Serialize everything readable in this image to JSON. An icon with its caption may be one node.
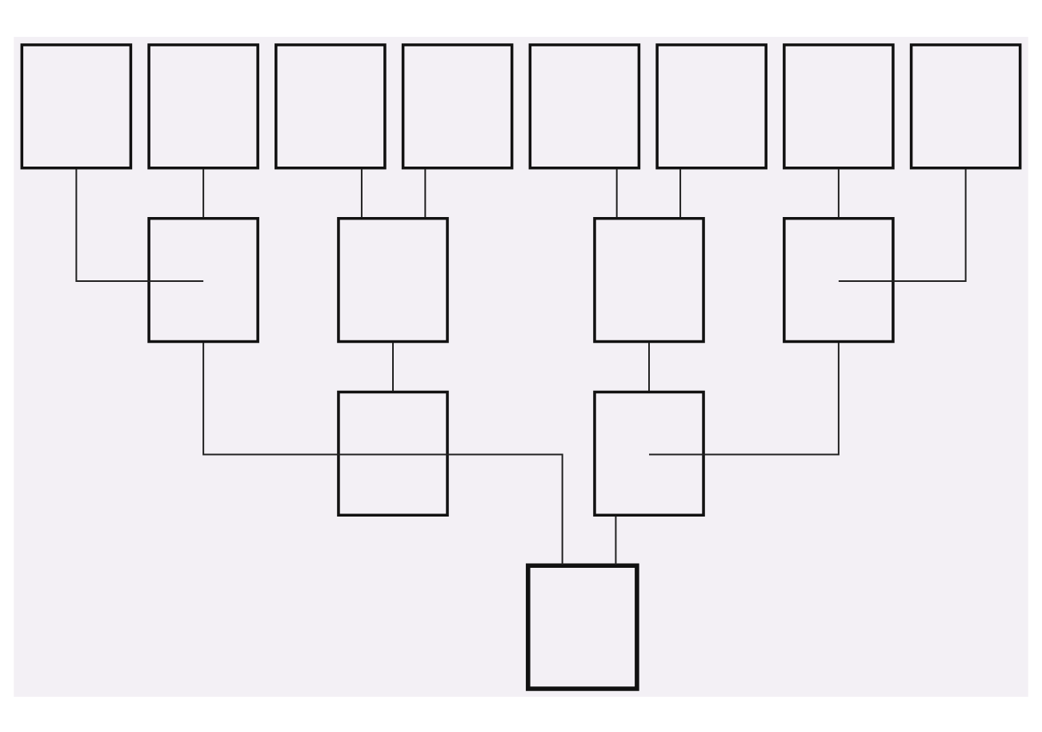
{
  "diagram": {
    "nodes": [
      {
        "text": [],
        "shape": "box"
      },
      {
        "text": [],
        "shape": "box"
      },
      {
        "text": [],
        "shape": "box"
      },
      {
        "text": [],
        "shape": "box"
      },
      {
        "text": [],
        "shape": "box"
      },
      {
        "text": [],
        "shape": "box"
      },
      {
        "text": [],
        "shape": "box"
      },
      {
        "text": [],
        "shape": "box"
      },
      {
        "text": [],
        "shape": "box"
      },
      {
        "text": [],
        "shape": "box"
      },
      {
        "text": [],
        "shape": "box"
      },
      {
        "text": [],
        "shape": "box"
      },
      {
        "text": [],
        "shape": "box"
      },
      {
        "text": [],
        "shape": "box"
      },
      {
        "text": [],
        "shape": "box"
      }
    ],
    "edges": [
      {
        "from": 0,
        "to": 8,
        "arrow": "none"
      },
      {
        "from": 1,
        "to": 8,
        "arrow": "none"
      },
      {
        "from": 2,
        "to": 9,
        "arrow": "none"
      },
      {
        "from": 3,
        "to": 9,
        "arrow": "none"
      },
      {
        "from": 4,
        "to": 10,
        "arrow": "none"
      },
      {
        "from": 5,
        "to": 10,
        "arrow": "none"
      },
      {
        "from": 6,
        "to": 11,
        "arrow": "none"
      },
      {
        "from": 7,
        "to": 11,
        "arrow": "none"
      },
      {
        "from": 8,
        "to": 12,
        "arrow": "none"
      },
      {
        "from": 9,
        "to": 12,
        "arrow": "none"
      },
      {
        "from": 10,
        "to": 13,
        "arrow": "none"
      },
      {
        "from": 11,
        "to": 13,
        "arrow": "none"
      },
      {
        "from": 12,
        "to": 14,
        "arrow": "none"
      },
      {
        "from": 13,
        "to": 14,
        "arrow": "none"
      }
    ]
  }
}
